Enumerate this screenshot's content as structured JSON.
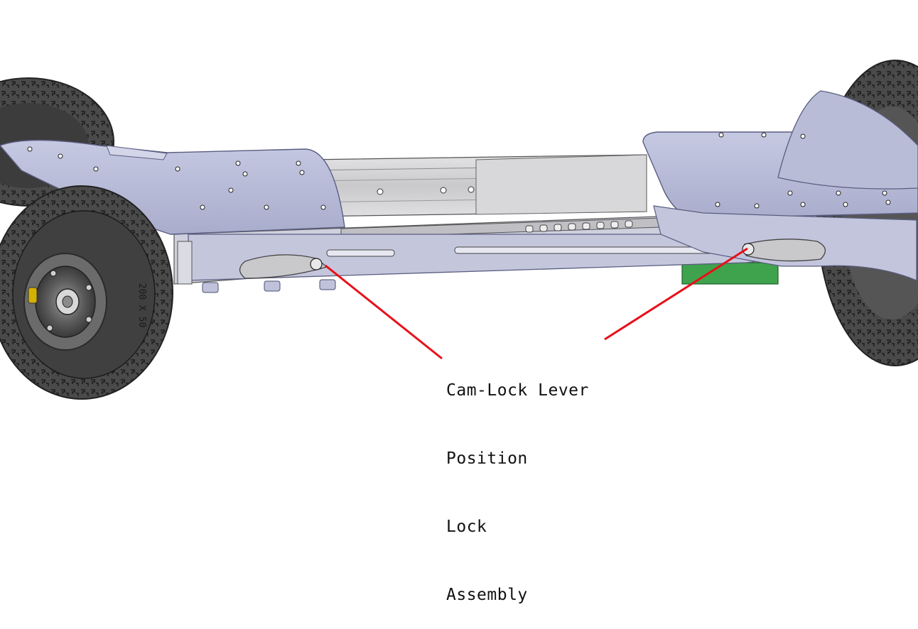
{
  "callout": {
    "lines": [
      "Cam-Lock Lever",
      "Position",
      "Lock",
      "Assembly"
    ]
  },
  "tire_marking": "200 X 50",
  "colors": {
    "leader_line": "#e8101a",
    "plate": "#b7bbd8",
    "plate_edge": "#6d7092",
    "tire": "#3a3a3a",
    "rail": "#d2d2d4",
    "battery": "#3fa34d"
  },
  "icons": [
    "cam-lock-lever-icon",
    "wheel-icon",
    "tire-icon"
  ]
}
